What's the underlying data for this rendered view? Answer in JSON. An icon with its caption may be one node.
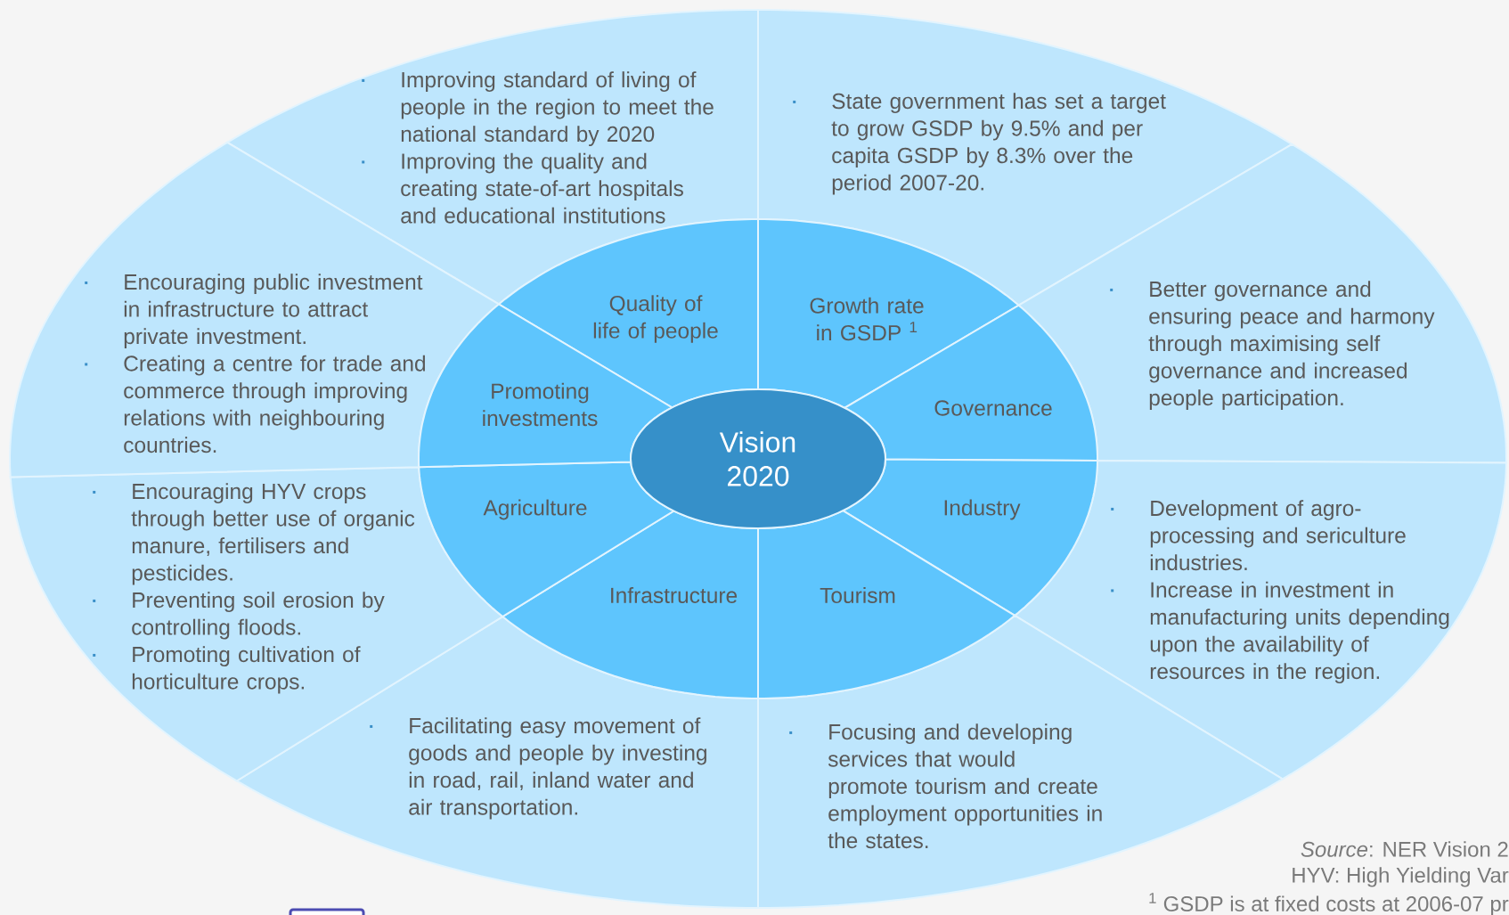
{
  "diagram": {
    "nodes": [
      {
        "text": [
          "Vision 2020"
        ]
      },
      {
        "text": [
          "Quality of life of people"
        ]
      },
      {
        "text": [
          "Growth rate in GSDP $^{1}$"
        ]
      },
      {
        "text": [
          "Governance"
        ]
      },
      {
        "text": [
          "Industry"
        ]
      },
      {
        "text": [
          "Tourism"
        ]
      },
      {
        "text": [
          "Infrastructure"
        ]
      },
      {
        "text": [
          "Agriculture"
        ]
      },
      {
        "text": [
          "Promoting investments"
        ]
      },
      {
        "text": [
          "Improving standard of living of people in the region to meet the national standard by 2020",
          "Improving the quality and creating state-of-art hospitals and educational institutions"
        ]
      },
      {
        "text": [
          "State government has set a target to grow GSDP by 9.5% and per capita GSDP by 8.3% over the period 2007-20."
        ]
      },
      {
        "text": [
          "Better governance and ensuring peace and harmony through maximising self governance and increased people participation."
        ]
      },
      {
        "text": [
          "Development of agro-processing and sericulture industries.",
          "Increase in investment in manufacturing units depending upon the availability of resources in the region."
        ]
      },
      {
        "text": [
          "Focusing and developing services that would promote tourism and create employment opportunities in the states."
        ]
      },
      {
        "text": [
          "Facilitating easy movement of goods and people by investing in road, rail, inland water and air transportation."
        ]
      },
      {
        "text": [
          "Encouraging HYV crops through better use of organic manure, fertilisers and pesticides.",
          "Preventing soil erosion by controlling floods.",
          "Promoting cultivation of horticulture crops."
        ]
      },
      {
        "text": [
          "Encouraging public investment in infrastructure to attract private investment.",
          "Creating a centre for trade and commerce through improving relations with neighbouring countries."
        ]
      }
    ],
    "labels": [
      "*Source*: NER Vision 2",
      "HYV: High Yielding Var",
      "$^{1}$ GSDP is at fixed costs at 2006-07 pr"
    ]
  }
}
